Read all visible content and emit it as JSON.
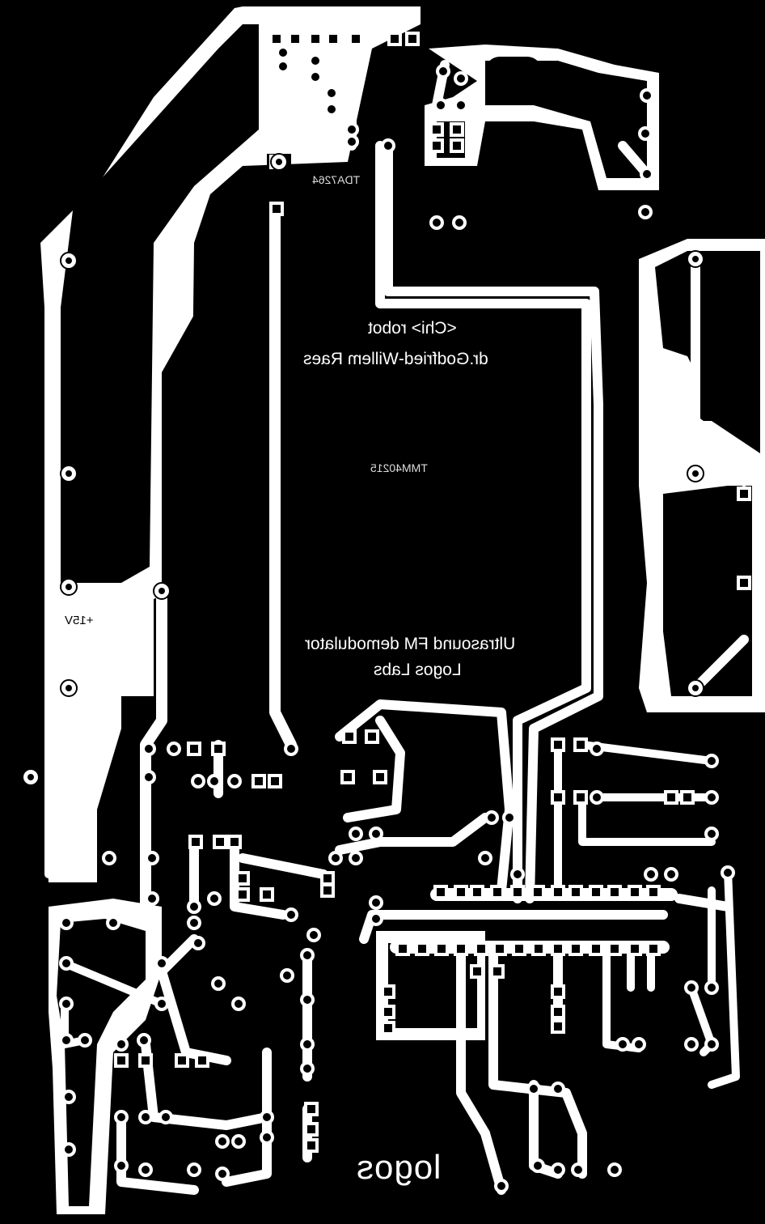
{
  "board": {
    "colors": {
      "substrate": "#000000",
      "copper": "#ffffff"
    },
    "labels": {
      "ic1": "TDA7264",
      "ic2": "TMM40215",
      "project": "<Chi> robot",
      "author": "dr.Godfried-Willem Raes",
      "title": "Ultrasound FM demodulator",
      "org": "Logos Labs",
      "power": "+15V",
      "logo": "logos"
    }
  }
}
